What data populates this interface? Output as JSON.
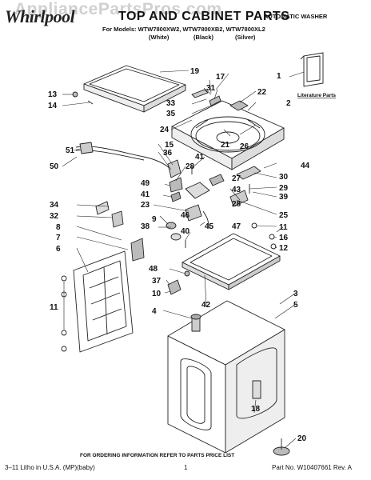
{
  "watermark": "AppliancePartsPros.com",
  "header": {
    "brand": "Whirlpool",
    "title": "TOP AND CABINET PARTS",
    "subtitle": "AUTOMATIC WASHER",
    "models": "For Models: WTW7800XW2, WTW7800XB2, WTW7800XL2",
    "color_labels": [
      "(White)",
      "(Black)",
      "(Silver)"
    ]
  },
  "literature_label": "Literature Parts",
  "callouts": [
    "1",
    "2",
    "3",
    "4",
    "5",
    "6",
    "7",
    "8",
    "9",
    "10",
    "11",
    "11",
    "11",
    "12",
    "13",
    "14",
    "15",
    "16",
    "17",
    "18",
    "19",
    "20",
    "21",
    "22",
    "23",
    "24",
    "25",
    "26",
    "27",
    "28",
    "28",
    "29",
    "30",
    "31",
    "32",
    "33",
    "34",
    "35",
    "36",
    "37",
    "38",
    "39",
    "40",
    "41",
    "41",
    "42",
    "43",
    "44",
    "45",
    "46",
    "47",
    "48",
    "49",
    "50",
    "51"
  ],
  "footer": {
    "note": "FOR ORDERING INFORMATION REFER TO PARTS PRICE LIST",
    "left": "3–11 Litho in U.S.A. (MP)(baby)",
    "page": "1",
    "right": "Part No. W10407661 Rev. A"
  }
}
